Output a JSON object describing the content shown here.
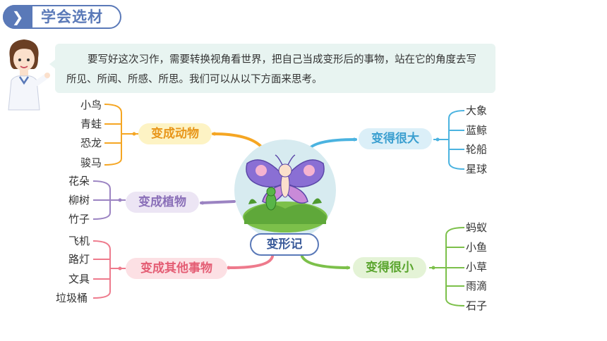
{
  "header": {
    "title": "学会选材",
    "arrow_icon": "chevron-right-icon"
  },
  "intro": {
    "text": "要写好这次习作，需要转换视角看世界，把自己当成变形后的事物，站在它的角度去写所见、所闻、所感、所思。我们可以从以下方面来思考。"
  },
  "mindmap": {
    "center": "变形记",
    "branches": [
      {
        "label": "变成动物",
        "color": "#f5a623",
        "fill": "#fdf3c4",
        "text_color": "#e8961a",
        "items": [
          "小鸟",
          "青蛙",
          "恐龙",
          "骏马"
        ]
      },
      {
        "label": "变成植物",
        "color": "#9b83c2",
        "fill": "#ece5f4",
        "text_color": "#8a6fb8",
        "items": [
          "花朵",
          "柳树",
          "竹子"
        ]
      },
      {
        "label": "变成其他事物",
        "color": "#ee7a8c",
        "fill": "#fce0e4",
        "text_color": "#e45d74",
        "items": [
          "飞机",
          "路灯",
          "文具",
          "垃圾桶"
        ]
      },
      {
        "label": "变得很大",
        "color": "#4bb3e0",
        "fill": "#dbeff8",
        "text_color": "#3b9fd0",
        "items": [
          "大象",
          "蓝鲸",
          "轮船",
          "星球"
        ]
      },
      {
        "label": "变得很小",
        "color": "#7cc04a",
        "fill": "#e4f3d6",
        "text_color": "#5aa52e",
        "items": [
          "蚂蚁",
          "小鱼",
          "小草",
          "雨滴",
          "石子"
        ]
      }
    ]
  }
}
